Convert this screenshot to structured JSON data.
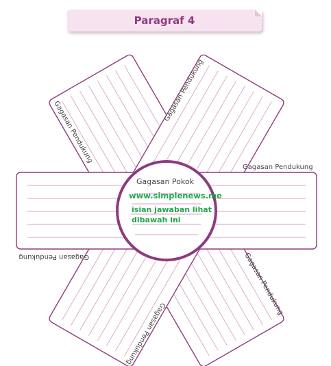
{
  "page": {
    "title": "Paragraf 4"
  },
  "diagram": {
    "center_label": "Gagasan Pokok",
    "watermark_url": "www.simplenews.me",
    "note_line1": "isian jawaban lihat",
    "note_line2": "dibawah ini",
    "arm_labels": [
      "Gagasan Pendukung",
      "Gagasan Pendukung",
      "Gagasan Pendukung",
      "Gagasan Pendukung",
      "Gagasan Pendukung",
      "Gagasan Pendukung"
    ]
  },
  "colors": {
    "accent": "#8e3a7e",
    "line": "#d6a3c4",
    "note_text": "#21a84a",
    "tab_background": "#f7e3f0"
  }
}
